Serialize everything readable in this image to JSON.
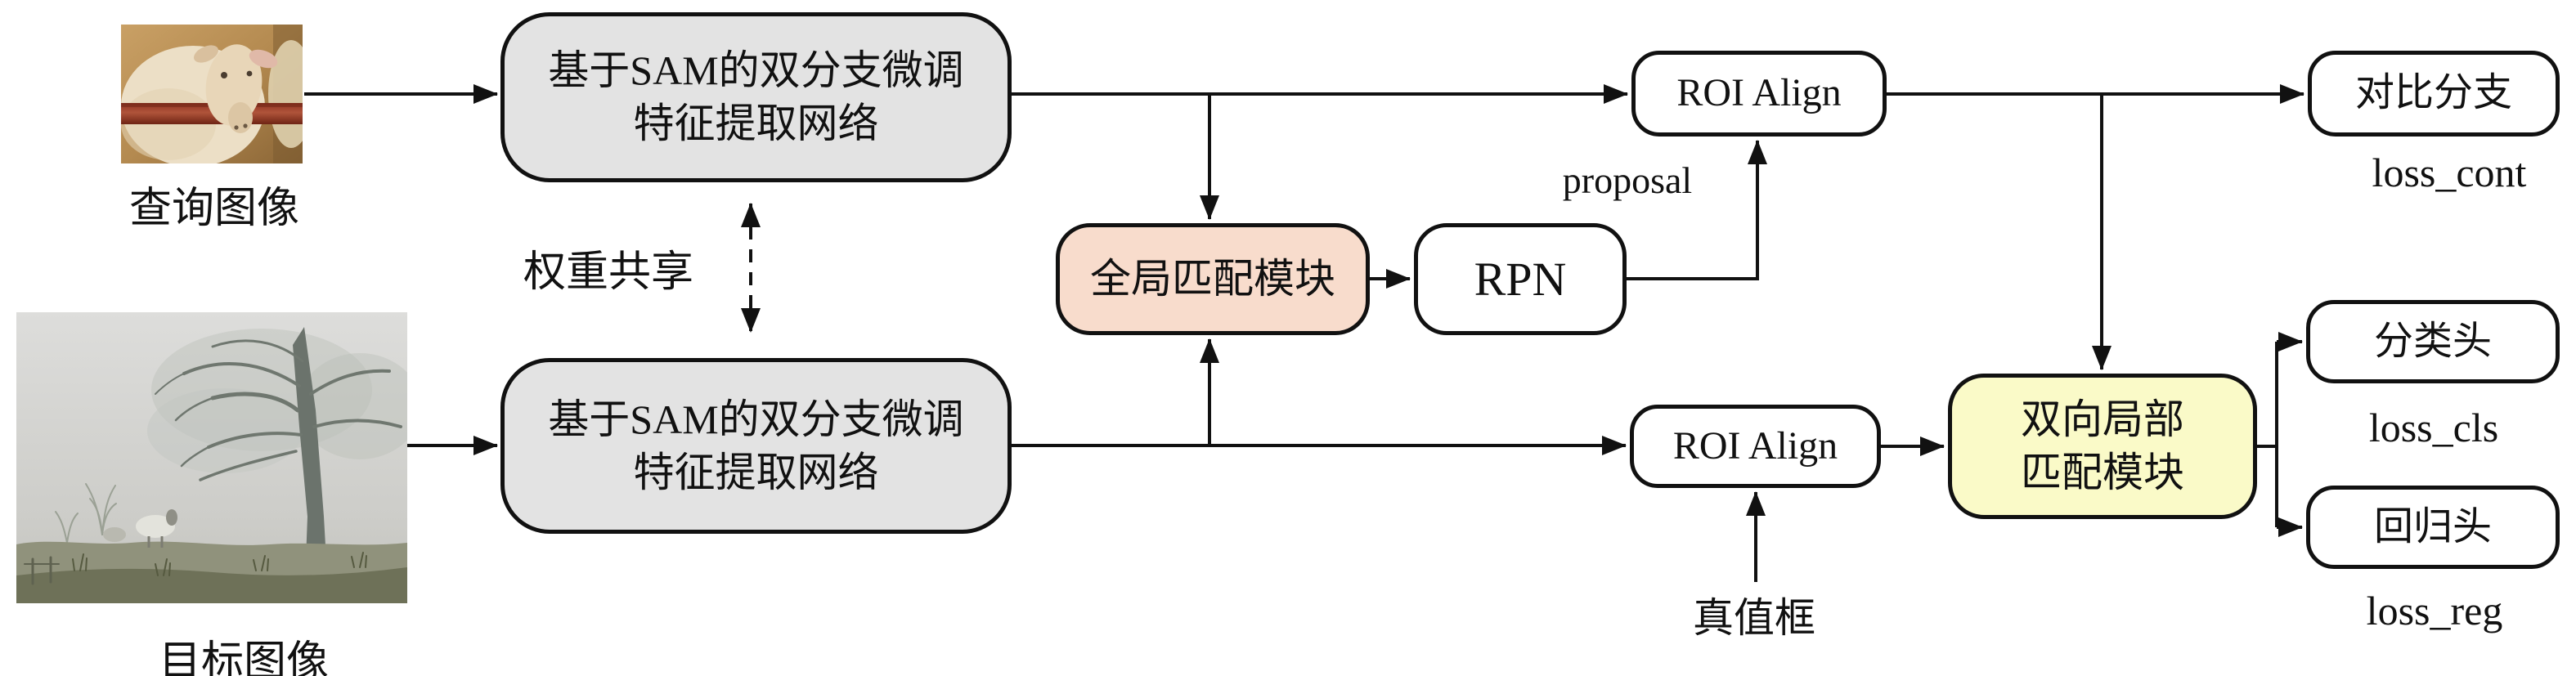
{
  "images": {
    "query": {
      "label": "查询图像"
    },
    "target": {
      "label": "目标图像"
    }
  },
  "nodes": {
    "backbone_top": {
      "line1": "基于SAM的双分支微调",
      "line2": "特征提取网络",
      "fill": "#e3e3e3"
    },
    "backbone_bottom": {
      "line1": "基于SAM的双分支微调",
      "line2": "特征提取网络",
      "fill": "#e3e3e3"
    },
    "global_match": {
      "label": "全局匹配模块",
      "fill": "#f8dccc"
    },
    "rpn": {
      "label": "RPN",
      "fill": "#ffffff"
    },
    "roi_align_top": {
      "label": "ROI Align",
      "fill": "#ffffff"
    },
    "roi_align_bottom": {
      "label": "ROI Align",
      "fill": "#ffffff"
    },
    "contrast_branch": {
      "label": "对比分支",
      "fill": "#ffffff"
    },
    "bilocal_match": {
      "line1": "双向局部",
      "line2": "匹配模块",
      "fill": "#fafac8"
    },
    "cls_head": {
      "label": "分类头",
      "fill": "#ffffff"
    },
    "reg_head": {
      "label": "回归头",
      "fill": "#ffffff"
    }
  },
  "labels": {
    "weight_share": "权重共享",
    "proposal": "proposal",
    "gt_box": "真值框",
    "loss_cont": "loss_cont",
    "loss_cls": "loss_cls",
    "loss_reg": "loss_reg"
  },
  "colors": {
    "stroke": "#111111",
    "backbone_fill": "#e3e3e3",
    "global_match_fill": "#f8dccc",
    "bilocal_match_fill": "#fafac8",
    "background": "#ffffff"
  }
}
